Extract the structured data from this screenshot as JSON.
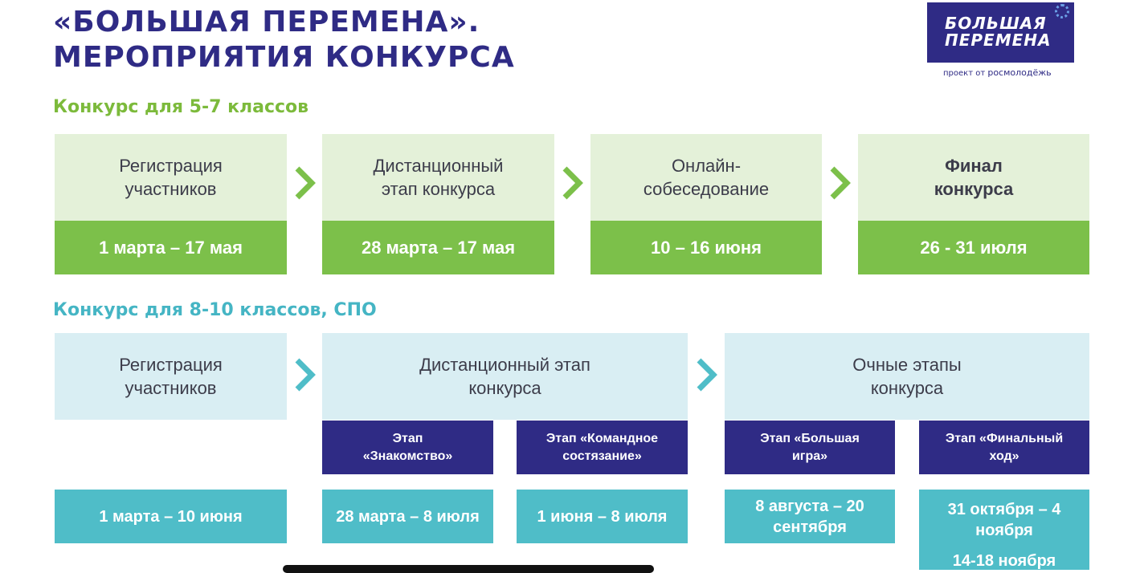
{
  "header": {
    "title_line1": "«БОЛЬШАЯ ПЕРЕМЕНА».",
    "title_line2": "МЕРОПРИЯТИЯ КОНКУРСА"
  },
  "logo": {
    "line1": "БОЛЬШАЯ",
    "line2": "ПЕРЕМЕНА",
    "sub_prefix": "проект от",
    "sub_brand": "росмолодёжь"
  },
  "section1": {
    "title": "Конкурс для 5-7 классов",
    "stages": [
      {
        "name": "Регистрация участников",
        "date": "1 марта – 17 мая"
      },
      {
        "name": "Дистанционный этап конкурса",
        "date": "28 марта – 17 мая"
      },
      {
        "name": "Онлайн-собеседование",
        "date": "10 – 16 июня"
      },
      {
        "name": "Финал конкурса",
        "date": "26 - 31 июля"
      }
    ]
  },
  "section2": {
    "title": "Конкурс для 8-10 классов, СПО",
    "stages": [
      {
        "name": "Регистрация участников",
        "date": "1 марта – 10 июня"
      },
      {
        "name": "Дистанционный этап конкурса"
      },
      {
        "name": "Очные этапы конкурса"
      }
    ],
    "substages": [
      {
        "name": "Этап «Знакомство»",
        "date": "28 марта – 8 июля"
      },
      {
        "name": "Этап «Командное состязание»",
        "date": "1 июня – 8 июля"
      },
      {
        "name": "Этап «Большая игра»",
        "date": "8 августа – 20 сентября"
      },
      {
        "name": "Этап «Финальный ход»",
        "date": "31 октября – 4 ноября",
        "date2": "14-18 ноября"
      }
    ]
  },
  "colors": {
    "brand_purple": "#2f2b85",
    "green": "#7cc04a",
    "light_green": "#e4f1d9",
    "teal": "#4fbdc8",
    "light_teal": "#d9eef3"
  }
}
